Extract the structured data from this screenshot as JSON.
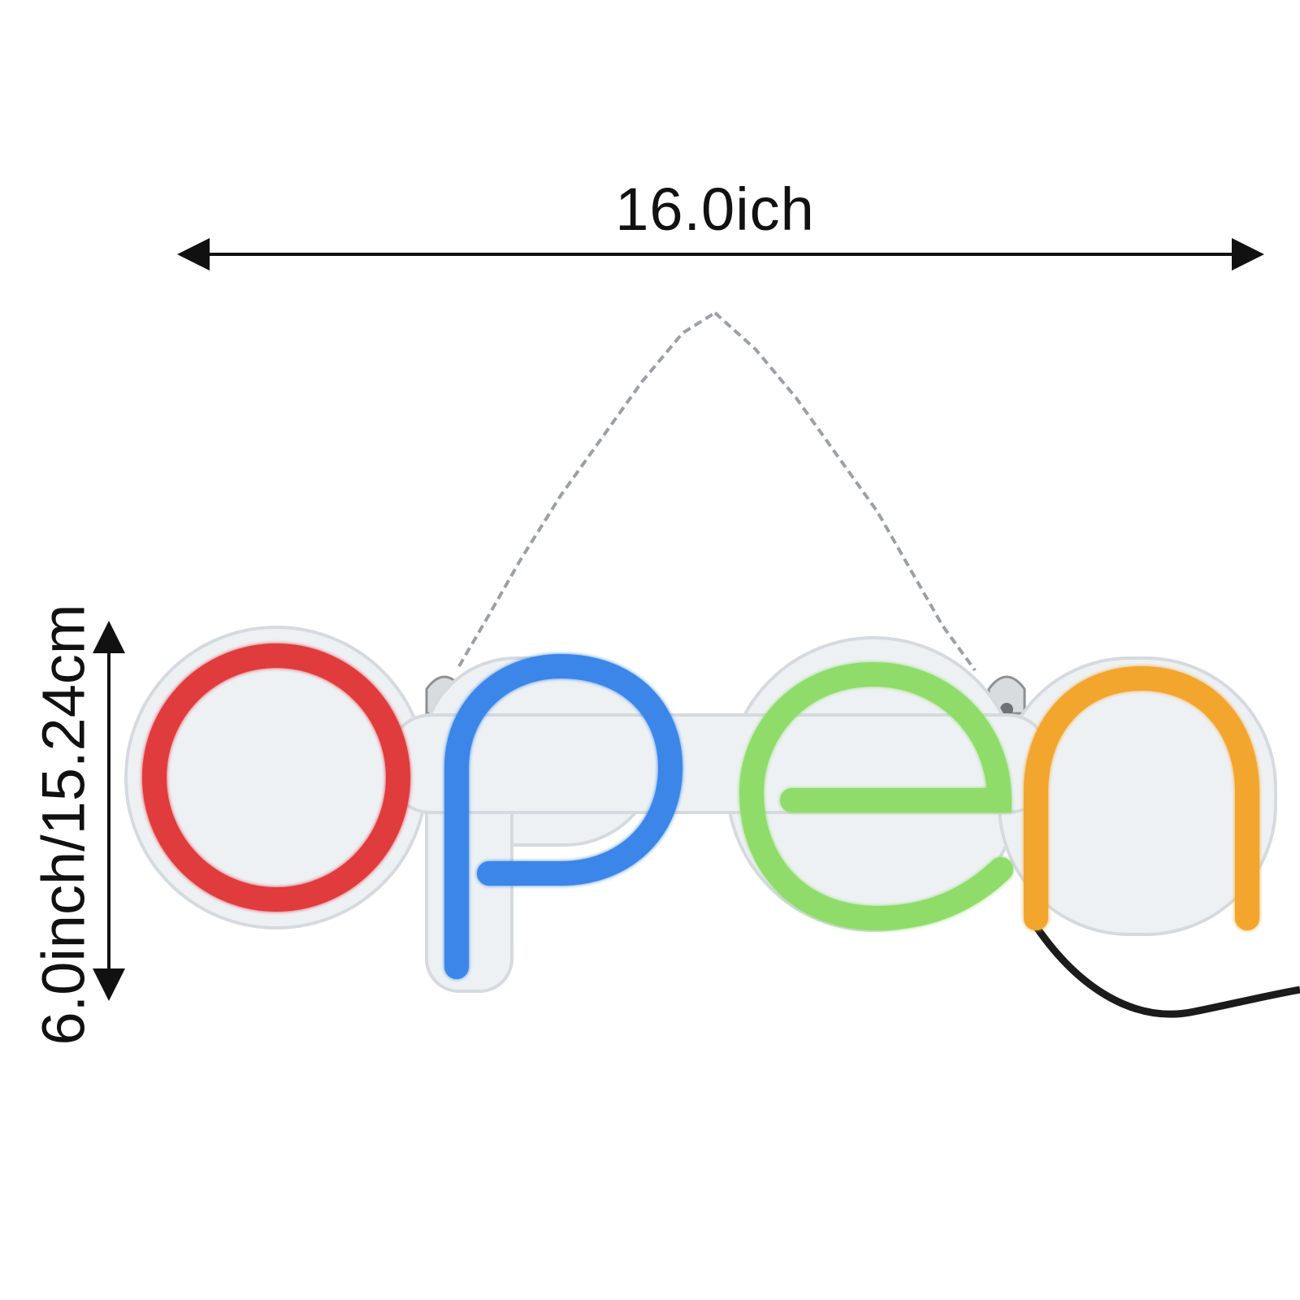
{
  "product": {
    "sign_text": "open",
    "letters": [
      {
        "char": "o",
        "color": "#e03a3e"
      },
      {
        "char": "p",
        "color": "#3a86e8"
      },
      {
        "char": "e",
        "color": "#8fdc6a"
      },
      {
        "char": "n",
        "color": "#f2a62e"
      }
    ]
  },
  "dimensions": {
    "width_label": "16.0ich",
    "height_label": "6.0inch/15.24cm"
  },
  "colors": {
    "arrow": "#111111",
    "backing": "#eef1f4",
    "chain": "#9aa0a6",
    "cable": "#1b1b1b"
  }
}
